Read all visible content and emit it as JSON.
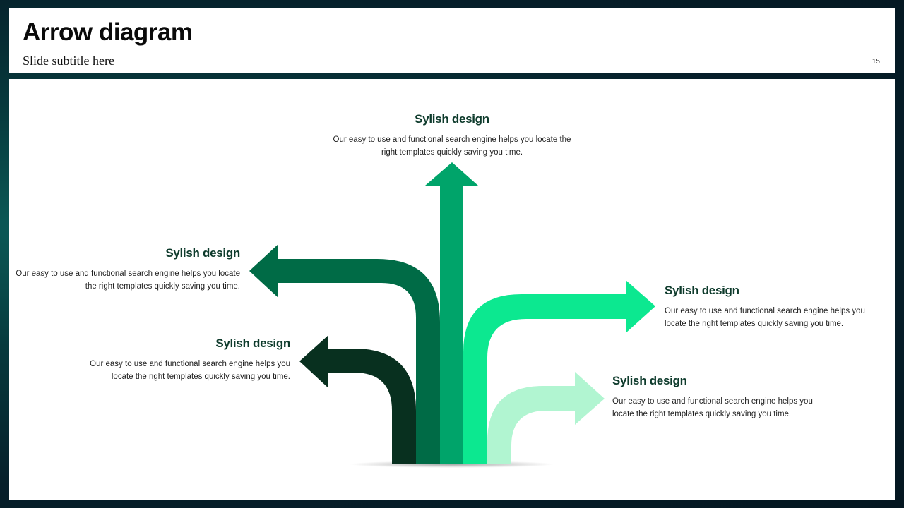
{
  "header": {
    "title": "Arrow diagram",
    "subtitle": "Slide subtitle here",
    "page_number": "15"
  },
  "diagram": {
    "colors": {
      "arrow_dark": "#08301f",
      "arrow_forest": "#006b46",
      "arrow_center": "#00a46a",
      "arrow_bright": "#0ce890",
      "arrow_pale": "#b1f5d1"
    },
    "blocks": [
      {
        "id": "top",
        "heading": "Sylish design",
        "line1": "Our easy to use and functional search engine helps you locate the",
        "line2": "right templates  quickly saving you time."
      },
      {
        "id": "upper-left",
        "heading": "Sylish design",
        "line1": "Our easy to use and functional search engine helps you locate",
        "line2": "the right templates  quickly saving you time."
      },
      {
        "id": "lower-left",
        "heading": "Sylish design",
        "line1": "Our easy to use and functional search engine helps you",
        "line2": "locate  the right templates  quickly saving you time."
      },
      {
        "id": "upper-right",
        "heading": "Sylish design",
        "line1": "Our easy to use and functional search engine helps you",
        "line2": "locate  the right templates  quickly saving you time."
      },
      {
        "id": "lower-right",
        "heading": "Sylish design",
        "line1": "Our easy to use and functional search engine helps you",
        "line2": "locate  the right templates  quickly saving you time."
      }
    ]
  }
}
